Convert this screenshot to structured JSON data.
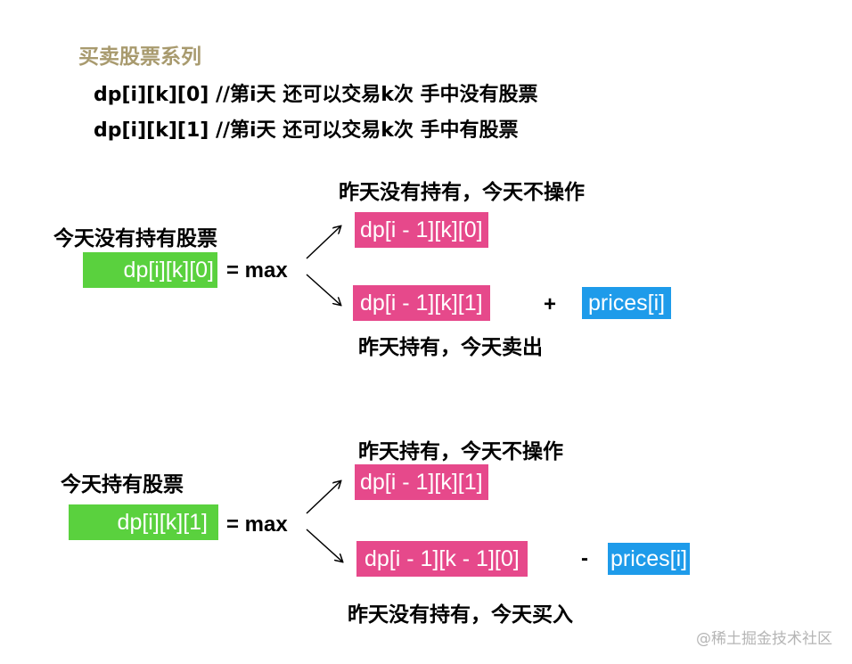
{
  "title": "买卖股票系列",
  "definitions": [
    "dp[i][k][0]  //第i天 还可以交易k次 手中没有股票",
    "dp[i][k][1]  //第i天 还可以交易k次 手中有股票"
  ],
  "section1": {
    "state_label": "今天没有持有股票",
    "state_box": "dp[i][k][0]",
    "eq": "= max",
    "top_caption": "昨天没有持有，今天不操作",
    "top_box": "dp[i - 1][k][0]",
    "bottom_box": "dp[i - 1][k][1]",
    "operator": "+",
    "prices_box": "prices[i]",
    "bottom_caption": "昨天持有，今天卖出"
  },
  "section2": {
    "state_label": "今天持有股票",
    "state_box": "dp[i][k][1]",
    "eq": "= max",
    "top_caption": "昨天持有，今天不操作",
    "top_box": "dp[i - 1][k][1]",
    "bottom_box": "dp[i - 1][k - 1][0]",
    "operator": "-",
    "prices_box": "prices[i]",
    "bottom_caption": "昨天没有持有，今天买入"
  },
  "watermark": "@稀土掘金技术社区",
  "colors": {
    "title": "#a89a6e",
    "state_box": "#5ad13e",
    "dp_box": "#e6498b",
    "prices_box": "#1e9bea"
  }
}
